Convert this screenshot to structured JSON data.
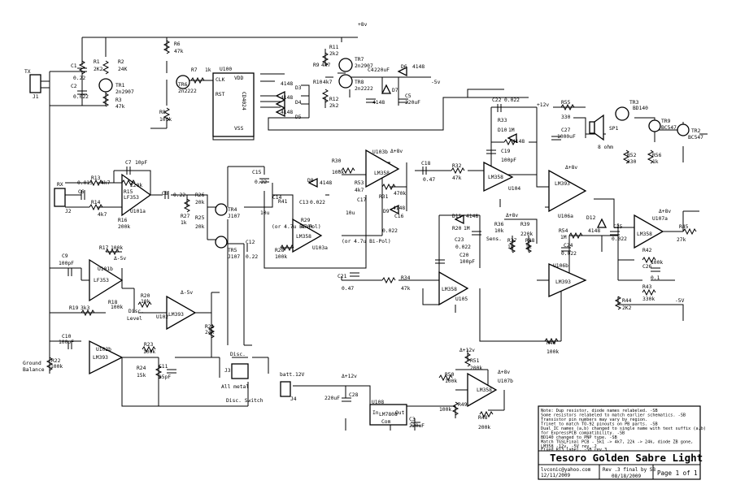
{
  "title_block": {
    "title": "Tesoro Golden Sabre Light",
    "author": "lvconic@yahoo.com",
    "date": "12/11/2009",
    "revision": "Rev .3 final by SB",
    "rev_date": "08/18/2009",
    "page": "Page 1 of 1",
    "notes": [
      "Note: Dup resistor, diode names relabeled. -SB",
      "Some resistors relabeled to match earlier schematics. -SB",
      "Transistor pin numbers may vary by region.",
      "  Trinet to match TO-92 pinouts on PB parts. -SB",
      "Dual IC names (a,b) changed to single name with text suffix (a,b)",
      "  for ExpressPCB compatibility. -SB",
      "BD140 changed to PNP type. -SB",
      "Match TGSLFinal PCB - 5k1 -> 4k7, 22k -> 24k, diode ZB gone,",
      "LM358 -12v, -5V rev .2",
      "Fixed R13 label. -SB rev.3"
    ]
  },
  "components": {
    "C1": "C1",
    "C1v": "0.22",
    "C2": "C2",
    "C2v": "0.022",
    "R1": "R1",
    "R1v": "2K2",
    "R2": "R2",
    "R2v": "24K",
    "R3": "R3",
    "R3v": "47k",
    "TR1": "TR1",
    "TR1v": "2n2907",
    "R6": "R6",
    "R6v": "47k",
    "R7": "R7",
    "R7v": "1k",
    "TR6": "TR6",
    "TR6v": "2n2222",
    "R8": "R8",
    "R8v": "100k",
    "U100": "U100",
    "U100v": "CD4024",
    "R11": "R11",
    "R11v": "2k2",
    "R9": "R9",
    "R9v": "4k7",
    "TR7": "TR7",
    "TR7v": "2n2907",
    "R10": "R10",
    "R10v": "4k7",
    "TR8": "TR8",
    "TR8v": "2n2222",
    "R12": "R12",
    "R12v": "2k2",
    "C4": "C4",
    "C4v": "220uF",
    "D6": "D6",
    "D7": "D7",
    "D6v": "4148",
    "C5": "C5",
    "C5v": "220uF",
    "D3": "D3",
    "D4": "D4",
    "D5": "D5",
    "Dv": "4148",
    "C22": "C22",
    "C22v": "0.022",
    "R33": "R33",
    "D10": "D10",
    "D10v": "1M",
    "C19": "C19",
    "C19v": "100pF",
    "R55": "R55",
    "R55v": "330",
    "TR3": "TR3",
    "TR3v": "BD140",
    "C27": "C27",
    "C27v": "1000uF",
    "SP1": "SP1",
    "SPv": "8 ohm",
    "R52": "R52",
    "R52v": "330",
    "R56": "R56",
    "R56v": "1k",
    "TR9": "TR9",
    "TR9v": "BC547",
    "TR2": "TR2",
    "TR2v": "BC547",
    "C7": "C7",
    "C7v": "10pF",
    "C6": "C6",
    "C6v": "0.015",
    "R13": "R13",
    "R13v": "4k7",
    "R15": "R15",
    "R15v": "220k",
    "R14": "R14",
    "R14v": "4k7",
    "R16": "R16",
    "R16v": "200k",
    "U101a": "U101a",
    "LF353": "LF353",
    "C8": "C8",
    "C8v": "0.22",
    "R27": "R27",
    "R27v": "1k",
    "R26": "R26",
    "R26v": "20k",
    "R25": "R25",
    "R25v": "20k",
    "TR4": "TR4",
    "TR5": "TR5",
    "J107": "J107",
    "C15": "C15",
    "C15v": "0.22",
    "C12": "C12",
    "C12v": "0.22",
    "R30": "R30",
    "R30v": "100k",
    "D8": "D8",
    "C13": "C13",
    "C13v": "0.022",
    "R53": "R53",
    "R53v": "4k7",
    "R31": "R31",
    "R31v": "470k",
    "D9": "D9",
    "C16": "C16",
    "C16v": "0.022",
    "C14": "C14",
    "C14v": "10u",
    "R41": "R41",
    "R29": "R29",
    "R29v": "470k",
    "C17": "C17",
    "C17v": "10u",
    "bipol": "(or 4.7u Bi-Pol)",
    "U103b": "U103b",
    "U103a": "U103a",
    "LM358": "LM358",
    "R28": "R28",
    "R28v": "100k",
    "C18": "C18",
    "C18v": "0.47",
    "R32": "R32",
    "R32v": "47k",
    "U104": "U104",
    "LM393": "LM393",
    "U106a": "U106a",
    "D11": "D11",
    "R20": "R20",
    "R20v": "1M",
    "C23": "C23",
    "C23v": "0.022",
    "R36": "R36",
    "R36v": "10k",
    "Sens": "Sens.",
    "R39": "R39",
    "R39v": "220k",
    "R38": "R38",
    "R38v": "1k",
    "R37": "R37",
    "R54": "R54",
    "R54v": "1M",
    "C24": "C24",
    "C24v": "0.022",
    "D12": "D12",
    "C25": "C25",
    "C25v": "0.022",
    "U107a": "U107a",
    "R45": "R45",
    "R45v": "27k",
    "R42": "R42",
    "R42v": "100k",
    "C26": "C26",
    "C26v": "0.1",
    "R43": "R43",
    "R43v": "330k",
    "R44": "R44",
    "R44v": "2K2",
    "C9": "C9",
    "C9v": "100pF",
    "R17": "R17",
    "R17v": "100k",
    "U101b": "U101b",
    "R20b": "R20",
    "R20bv": "10k",
    "R18": "R18",
    "R18v": "100k",
    "Disc": "Disc.",
    "Level": "Level",
    "R19": "R19",
    "R19v": "3k3",
    "U102": "U102",
    "R21": "R21",
    "R21v": "24k",
    "C21": "C21",
    "C21v": "0.47",
    "R34": "R34",
    "R34v": "47k",
    "U105": "U105",
    "C20": "C20",
    "C20v": "100pF",
    "U106b": "U106b",
    "R40": "R40",
    "R40v": "100k",
    "C10": "C10",
    "C10v": "100pF",
    "U102b": "U102b",
    "R22": "R22",
    "R22v": "100k",
    "R23": "R23",
    "R23v": "100k",
    "R24": "R24",
    "R24v": "15k",
    "C11": "C11",
    "C11v": "15pF",
    "J3": "J3",
    "J3v": "Disc.",
    "Allmetal": "All metal",
    "DiscSwitch": "Disc. Switch",
    "batt": "batt.12V",
    "J4": "J4",
    "C28": "C28",
    "C28v": "220uF",
    "U108": "U108",
    "U108v": "LM7808",
    "In": "In",
    "Out": "Out",
    "Com": "Com",
    "C3": "C3",
    "C3v": "220uF",
    "R51": "R51",
    "R51v": "200k",
    "R50": "R50",
    "R50v": "100k",
    "R49": "R49",
    "R49v": "100k",
    "R48": "R48",
    "R48v": "200k",
    "U107b": "U107b",
    "TX": "TX",
    "J1": "J1",
    "RX": "RX",
    "J2": "J2",
    "GroundBalance": "Ground",
    "GroundBalance2": "Balance"
  },
  "rails": {
    "p8": "+8v",
    "m5": "-5v",
    "p12": "+12v",
    "m5b": "-5V",
    "d12": "Δ+12v",
    "d8": "Δ+8v",
    "dm5": "Δ-5v",
    "vdd": "VDD",
    "vss": "VSS",
    "clk": "CLK",
    "rst": "RST"
  }
}
